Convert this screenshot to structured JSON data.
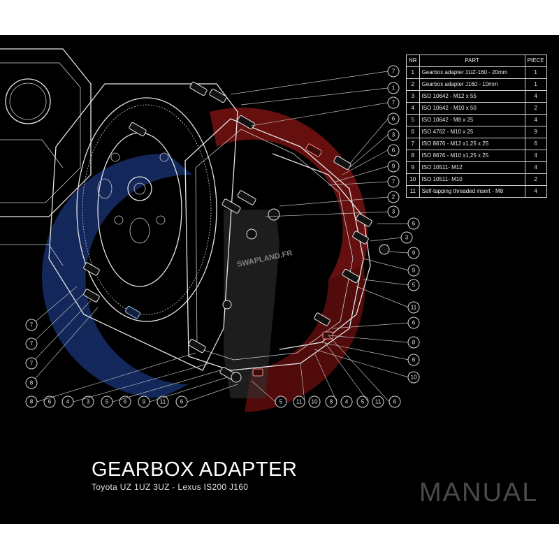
{
  "title": "GEARBOX ADAPTER",
  "subtitle": "Toyota UZ 1UZ 3UZ - Lexus IS200 J160",
  "watermark": "MANUAL",
  "logo_text": "SWAPLAND.FR",
  "colors": {
    "background": "#000000",
    "line": "#e6e6e6",
    "flag_blue": "#1f3f8f",
    "flag_red": "#a01818",
    "watermark": "#4a4a4a"
  },
  "parts_table": {
    "headers": [
      "NR",
      "PART",
      "PIECE"
    ],
    "rows": [
      [
        "1",
        "Gearbox adapter 1UZ-160 - 20mm",
        "1"
      ],
      [
        "2",
        "Gearbox adapter J160 - 10mm",
        "1"
      ],
      [
        "3",
        "ISO 10642 - M12 x 55",
        "4"
      ],
      [
        "4",
        "ISO 10642 - M10 x 50",
        "2"
      ],
      [
        "5",
        "ISO 10642 - M8 x 25",
        "4"
      ],
      [
        "6",
        "ISO 4762 - M10 x 25",
        "9"
      ],
      [
        "7",
        "ISO 8676 - M12 x1,25 x 25",
        "6"
      ],
      [
        "8",
        "ISO 8676 - M10 x1,25 x 25",
        "4"
      ],
      [
        "9",
        "ISO 10511- M12",
        "4"
      ],
      [
        "10",
        "ISO 10511- M10",
        "2"
      ],
      [
        "11",
        "Self-tapping threaded insert - M8",
        "4"
      ]
    ]
  },
  "callouts_right": [
    "7",
    "1",
    "7",
    "6",
    "3",
    "6",
    "9",
    "7",
    "2",
    "3",
    "6",
    "3",
    "9",
    "9",
    "5",
    "11",
    "6",
    "8",
    "6",
    "10"
  ],
  "callouts_left": [
    "7",
    "7",
    "7",
    "8"
  ],
  "callouts_bottom_left": [
    "8",
    "6",
    "4",
    "3",
    "5",
    "6",
    "9",
    "11",
    "6"
  ],
  "callouts_bottom_right": [
    "5",
    "11",
    "10",
    "8",
    "4",
    "5",
    "11",
    "6"
  ]
}
